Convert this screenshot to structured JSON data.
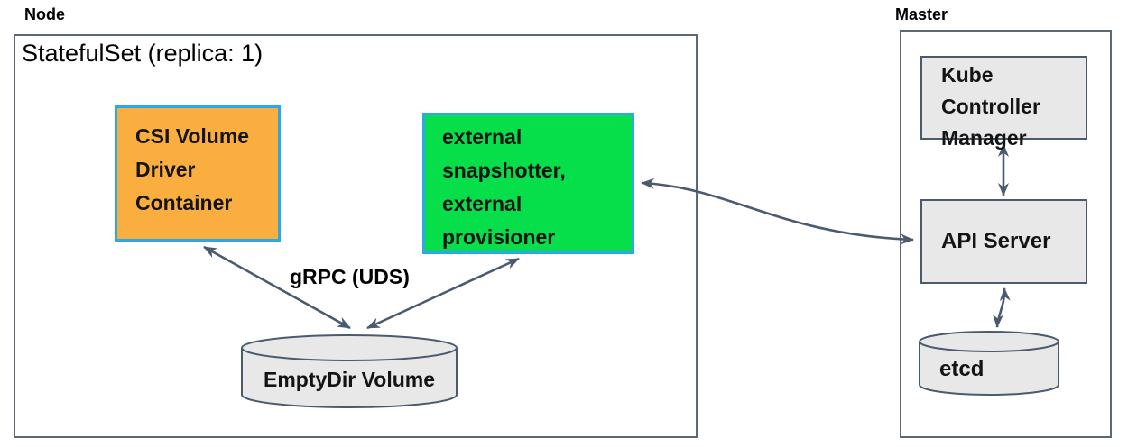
{
  "colors": {
    "box-orange": "#FBAE40",
    "box-green": "#06DF4A",
    "box-border-blue": "#2CA7E8",
    "box-gray": "#E8E8E8",
    "line-dark": "#4A5B70",
    "frame-border": "#5C6874"
  },
  "node": {
    "label": "Node",
    "statefulset_title": "StatefulSet (replica: 1)",
    "csi_driver": {
      "lines": [
        "CSI Volume",
        "Driver",
        "Container"
      ]
    },
    "sidecars": {
      "lines": [
        "external",
        "snapshotter,",
        "external",
        "provisioner"
      ]
    },
    "grpc_label": "gRPC (UDS)",
    "emptydir_label": "EmptyDir Volume"
  },
  "master": {
    "label": "Master",
    "kcm": {
      "lines": [
        "Kube",
        "Controller",
        "Manager"
      ]
    },
    "api_server_label": "API Server",
    "etcd_label": "etcd"
  }
}
